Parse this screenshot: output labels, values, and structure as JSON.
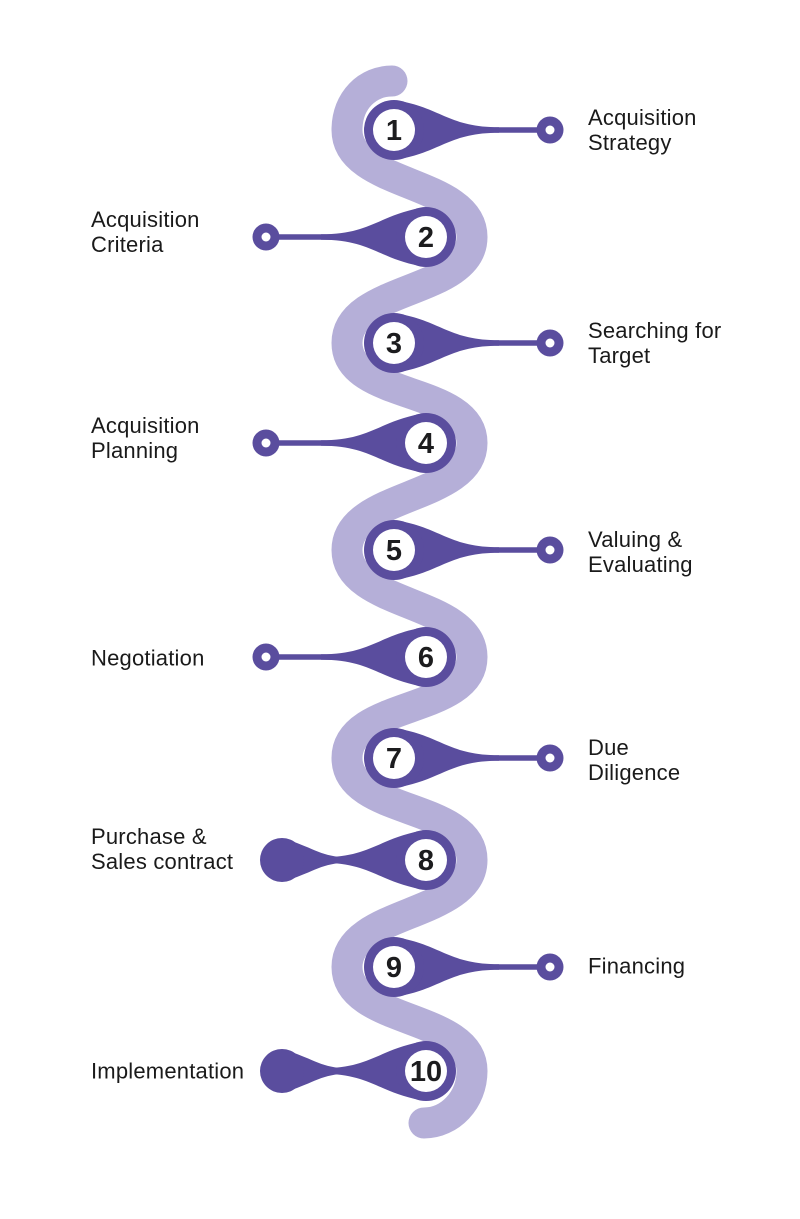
{
  "diagram": {
    "type": "process-flow",
    "shape": "serpentine-timeline",
    "colors": {
      "node": "#5a4d9e",
      "track": "#b5afd8",
      "node_inner": "#ffffff",
      "number_text": "#1c1c1e",
      "label_text": "#1a1a1a",
      "background": "#ffffff"
    },
    "steps": [
      {
        "number": "1",
        "label": "Acquisition\nStrategy",
        "side": "right"
      },
      {
        "number": "2",
        "label": "Acquisition\nCriteria",
        "side": "left"
      },
      {
        "number": "3",
        "label": "Searching for\nTarget",
        "side": "right"
      },
      {
        "number": "4",
        "label": "Acquisition\nPlanning",
        "side": "left"
      },
      {
        "number": "5",
        "label": "Valuing &\nEvaluating",
        "side": "right"
      },
      {
        "number": "6",
        "label": "Negotiation",
        "side": "left"
      },
      {
        "number": "7",
        "label": "Due\nDiligence",
        "side": "right"
      },
      {
        "number": "8",
        "label": "Purchase &\nSales contract",
        "side": "left"
      },
      {
        "number": "9",
        "label": "Financing",
        "side": "right"
      },
      {
        "number": "10",
        "label": "Implementation",
        "side": "left"
      }
    ]
  }
}
